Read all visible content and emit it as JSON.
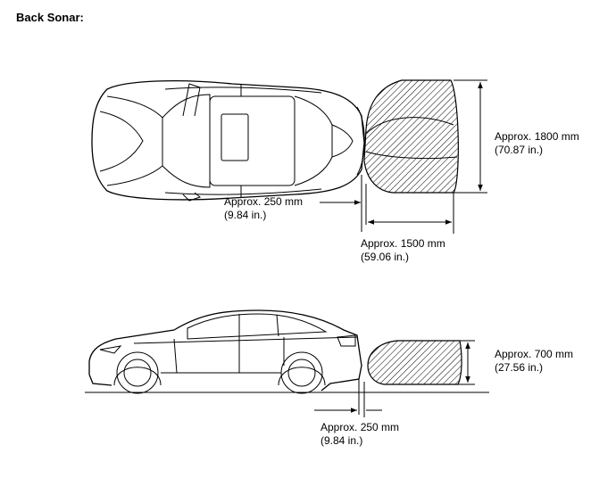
{
  "title": "Back Sonar:",
  "top_view": {
    "width_label": {
      "line1": "Approx. 1800 mm",
      "line2": "(70.87 in.)"
    },
    "length_label": {
      "line1": "Approx. 1500 mm",
      "line2": "(59.06 in.)"
    },
    "offset_label": {
      "line1": "Approx. 250 mm",
      "line2": "(9.84 in.)"
    }
  },
  "side_view": {
    "height_label": {
      "line1": "Approx. 700 mm",
      "line2": "(27.56 in.)"
    },
    "offset_label": {
      "line1": "Approx. 250 mm",
      "line2": "(9.84 in.)"
    }
  }
}
